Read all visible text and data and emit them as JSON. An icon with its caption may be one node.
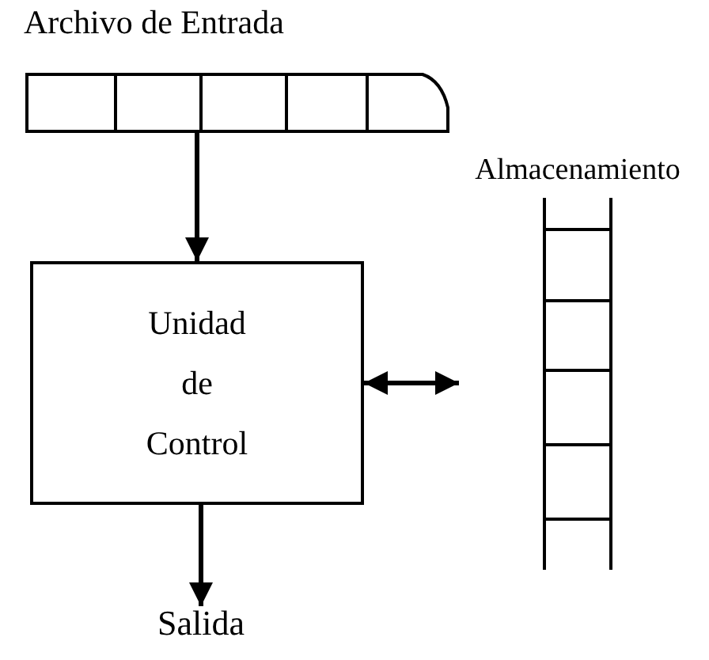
{
  "diagram": {
    "nodes": [
      {
        "text": [
          "Archivo de Entrada"
        ]
      },
      {
        "text": [
          "Unidad de Control"
        ]
      },
      {
        "text": [
          "Almacenamiento"
        ]
      },
      {
        "text": [
          "Salida"
        ]
      }
    ],
    "edges": [
      {
        "from": 0,
        "to": 1,
        "arrow": "to"
      },
      {
        "from": 1,
        "to": 2,
        "arrow": "both"
      },
      {
        "from": 1,
        "to": 3,
        "arrow": "to"
      }
    ]
  }
}
